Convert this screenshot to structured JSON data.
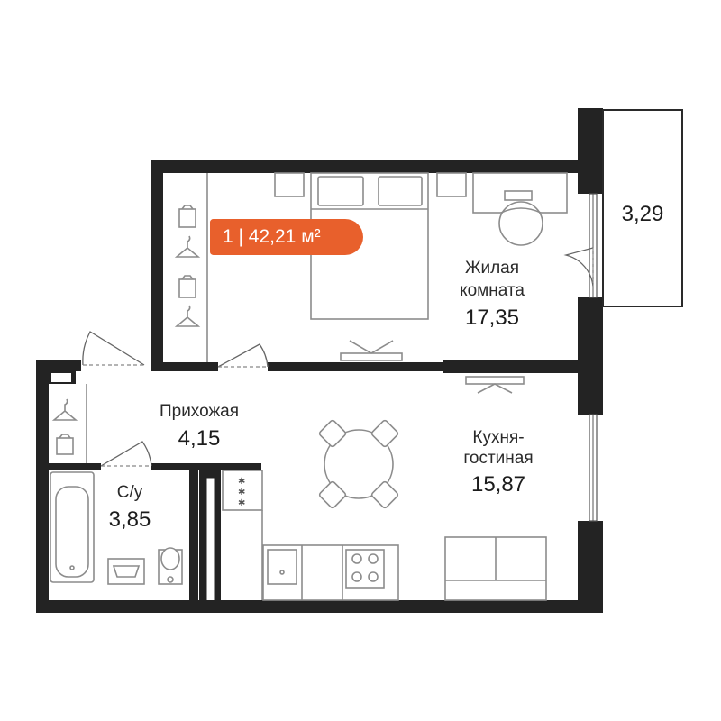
{
  "badge": {
    "text": "1 | 42,21 м²",
    "color": "#e8602c"
  },
  "rooms": {
    "living": {
      "name_line1": "Жилая",
      "name_line2": "комната",
      "area": "17,35"
    },
    "hall": {
      "name": "Прихожая",
      "area": "4,15"
    },
    "kitchen": {
      "name_line1": "Кухня-",
      "name_line2": "гостиная",
      "area": "15,87"
    },
    "bathroom": {
      "name": "С/у",
      "area": "3,85"
    },
    "balcony": {
      "area": "3,29"
    }
  },
  "colors": {
    "walls": "#232323",
    "furniture_stroke": "#8c8c8c",
    "accent": "#e8602c"
  }
}
